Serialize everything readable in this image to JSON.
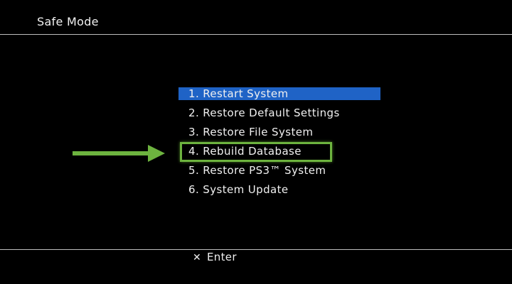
{
  "header": {
    "title": "Safe Mode"
  },
  "menu": {
    "items": [
      {
        "label": "1. Restart System"
      },
      {
        "label": "2. Restore Default Settings"
      },
      {
        "label": "3. Restore File System"
      },
      {
        "label": "4. Rebuild Database"
      },
      {
        "label": "5. Restore PS3™ System"
      },
      {
        "label": "6. System Update"
      }
    ],
    "selected_index": 0
  },
  "annotation": {
    "highlighted_item_index": 3,
    "highlight_color": "#6db33f",
    "arrow_icon": "arrow-right-icon"
  },
  "footer": {
    "button_icon": "cross-icon",
    "button_glyph": "✕",
    "action_label": "Enter"
  },
  "colors": {
    "background": "#000000",
    "selection": "#1f63c6",
    "text": "#f0f0f0"
  }
}
